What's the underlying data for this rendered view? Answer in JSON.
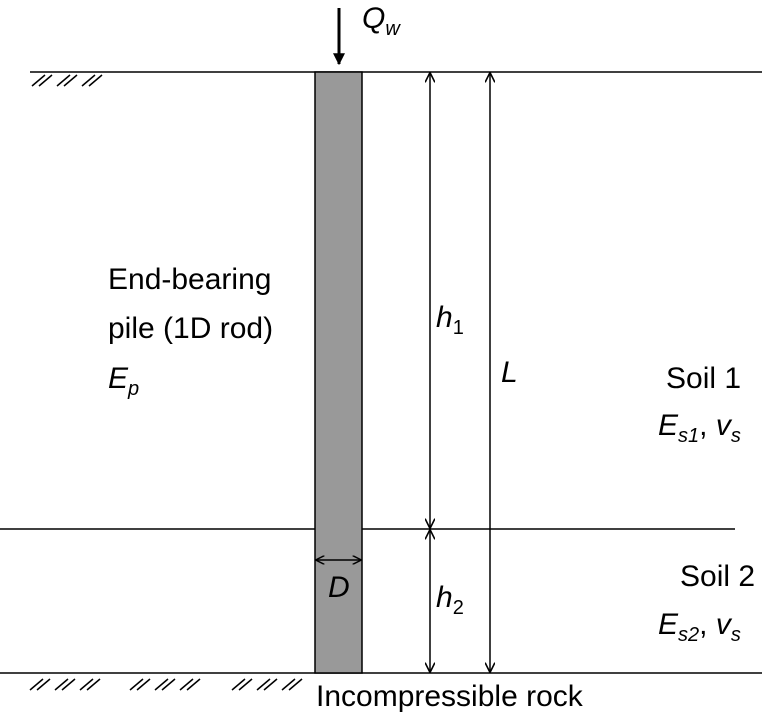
{
  "load": {
    "symbol": "Q",
    "subscript": "w"
  },
  "pile": {
    "line1": "End-bearing",
    "line2": "pile (1D rod)",
    "modulus_symbol": "E",
    "modulus_subscript": "p",
    "diameter": "D"
  },
  "dimensions": {
    "h1_symbol": "h",
    "h1_subscript": "1",
    "h2_symbol": "h",
    "h2_subscript": "2",
    "length": "L"
  },
  "soil1": {
    "name": "Soil 1",
    "E": "E",
    "E_sub": "s1",
    "sep": ",",
    "nu": "v",
    "nu_sub": "s"
  },
  "soil2": {
    "name": "Soil 2",
    "E": "E",
    "E_sub": "s2",
    "sep": ",",
    "nu": "v",
    "nu_sub": "s"
  },
  "base": {
    "label": "Incompressible rock"
  },
  "colors": {
    "pile_fill": "#999999",
    "line": "#000000"
  }
}
